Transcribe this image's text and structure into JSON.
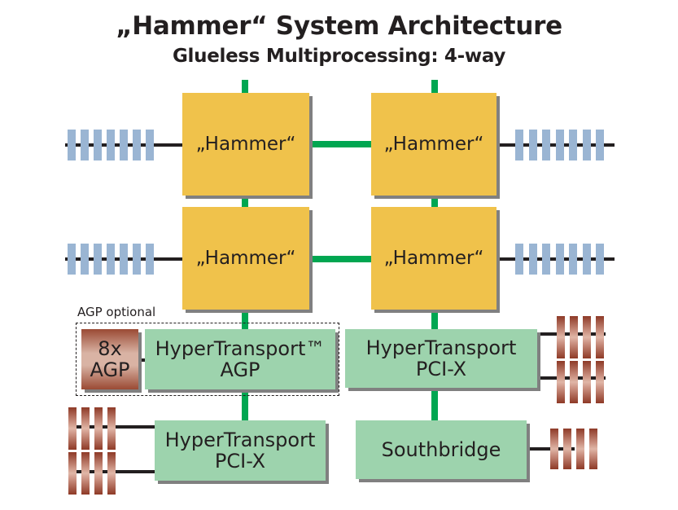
{
  "title": "„Hammer“ System Architecture",
  "subtitle": "Glueless Multiprocessing: 4-way",
  "processors": [
    {
      "label": "„Hammer“"
    },
    {
      "label": "„Hammer“"
    },
    {
      "label": "„Hammer“"
    },
    {
      "label": "„Hammer“"
    }
  ],
  "agp_group": {
    "label": "AGP optional",
    "agp_card": {
      "line1": "8x",
      "line2": "AGP"
    },
    "tunnel": {
      "line1": "HyperTransport™",
      "line2": "AGP"
    }
  },
  "pcix_right": {
    "line1": "HyperTransport",
    "line2": "PCI-X"
  },
  "pcix_left": {
    "line1": "HyperTransport",
    "line2": "PCI-X"
  },
  "southbridge": {
    "label": "Southbridge"
  },
  "colors": {
    "processor": "#f0c24b",
    "bridge": "#9dd3ad",
    "hypertransport_link": "#00a651",
    "memory_module": "#9ab5d3",
    "pci_slot": "#8e3a27",
    "shadow": "#808080"
  }
}
